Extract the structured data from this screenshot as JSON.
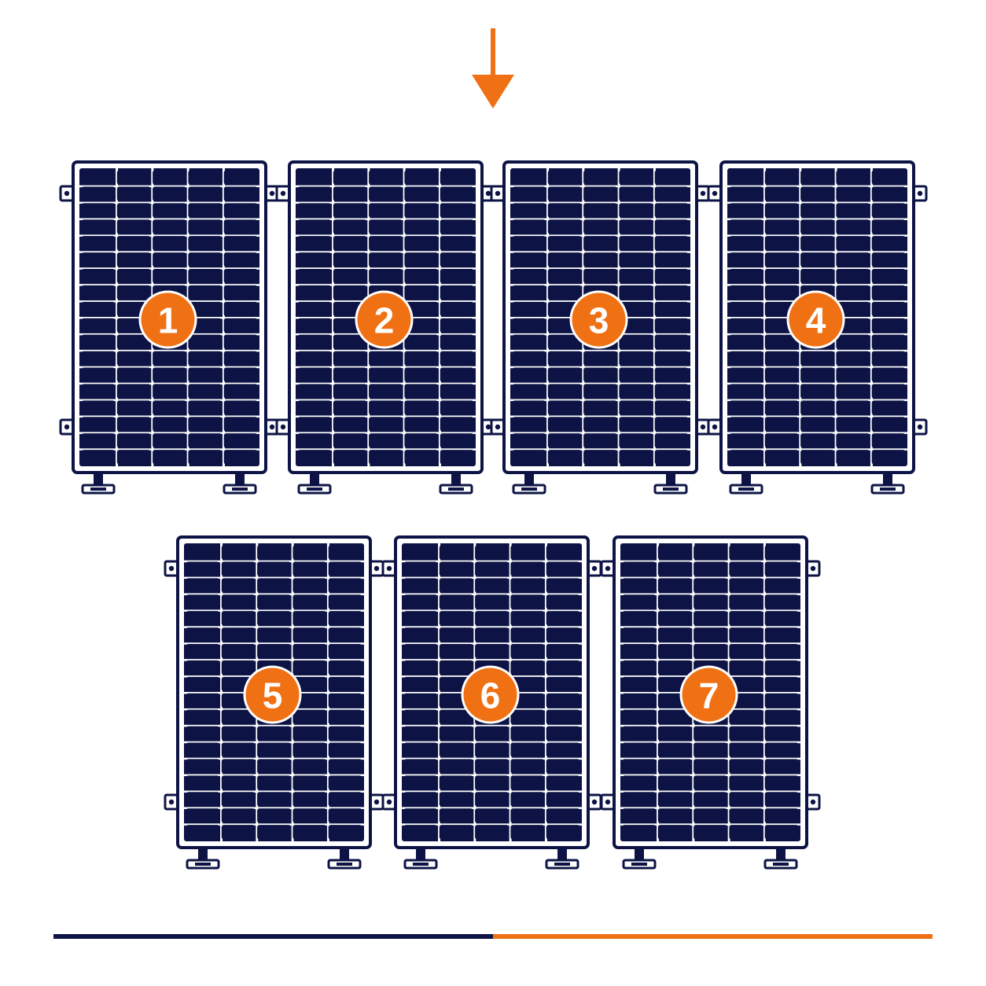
{
  "colors": {
    "navy": "#0d1445",
    "accent": "#f07014",
    "background": "#ffffff"
  },
  "icons": {
    "top_arrow": "arrow-down-icon",
    "clamp": "panel-clamp-icon",
    "foot": "mounting-foot-icon"
  },
  "panels": [
    {
      "number": "1"
    },
    {
      "number": "2"
    },
    {
      "number": "3"
    },
    {
      "number": "4"
    },
    {
      "number": "5"
    },
    {
      "number": "6"
    },
    {
      "number": "7"
    }
  ],
  "progress": {
    "fraction": 0.5
  }
}
